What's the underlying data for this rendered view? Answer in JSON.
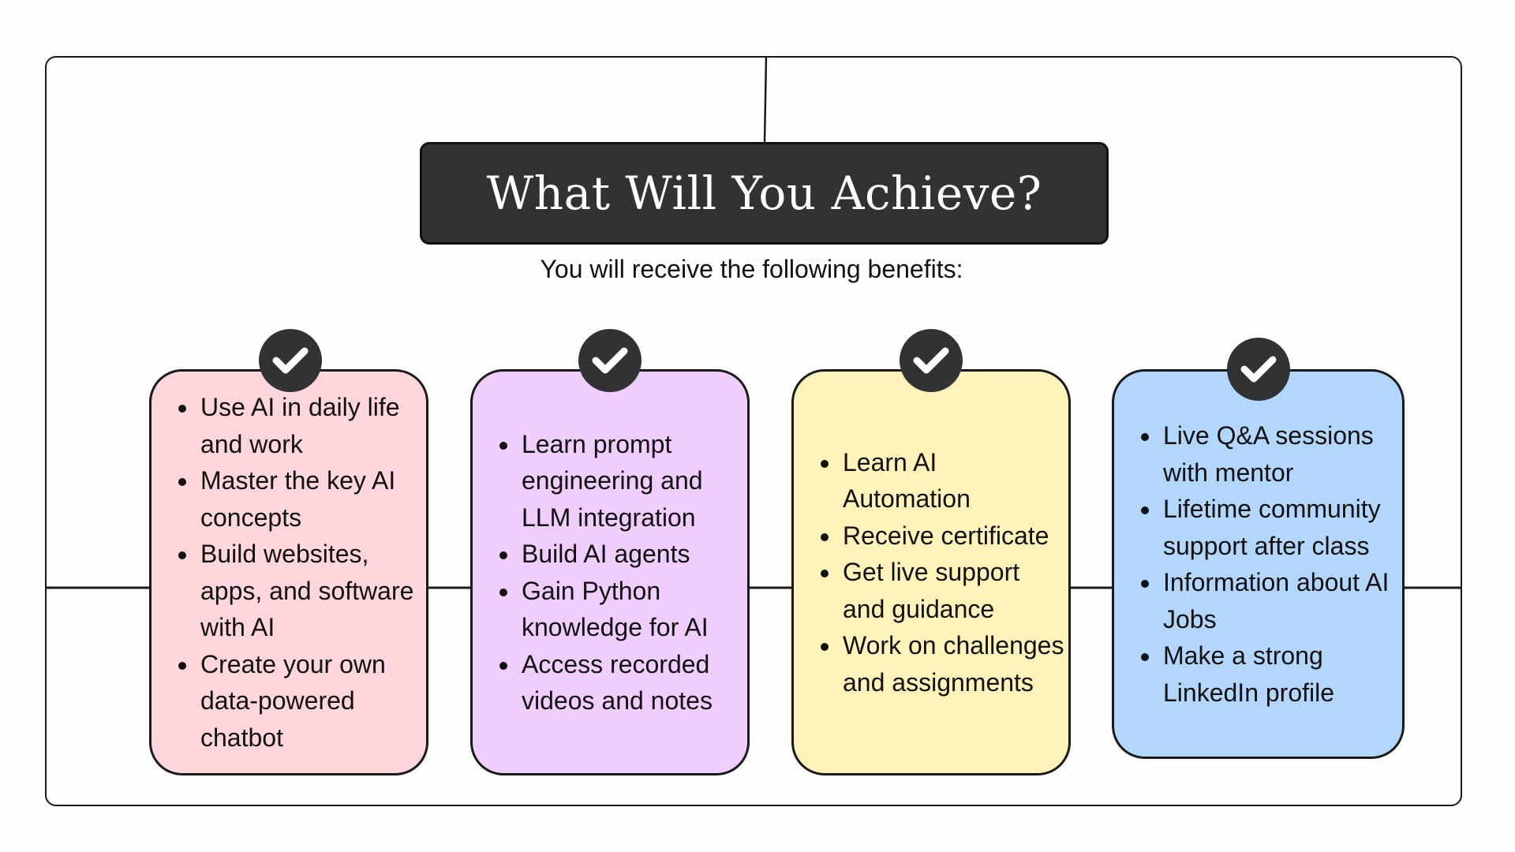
{
  "title": "What Will You Achieve?",
  "subtitle": "You will receive the following benefits:",
  "colors": {
    "title_bg": "#313234",
    "card_pink": "#ffd6dc",
    "card_purple": "#efcdfd",
    "card_yellow": "#fff3b9",
    "card_blue": "#b3d6fd",
    "check_bg": "#313234"
  },
  "cards": [
    {
      "icon": "check-icon",
      "items": [
        "Use AI in daily life and work",
        "Master the key AI concepts",
        "Build websites, apps, and software with AI",
        "Create your own data-powered chatbot"
      ]
    },
    {
      "icon": "check-icon",
      "items": [
        "Learn prompt engineering and LLM integration",
        "Build AI agents",
        "Gain Python knowledge for AI",
        "Access recorded videos and notes"
      ]
    },
    {
      "icon": "check-icon",
      "items": [
        "Learn AI Automation",
        "Receive certificate",
        "Get live support and guidance",
        "Work on challenges and assignments"
      ]
    },
    {
      "icon": "check-icon",
      "items": [
        "Live Q&A sessions with mentor",
        "Lifetime community support after class",
        "Information about AI Jobs",
        "Make a strong LinkedIn profile"
      ]
    }
  ]
}
